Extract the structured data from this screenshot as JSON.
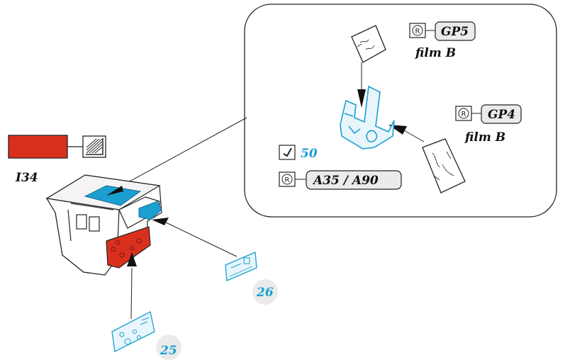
{
  "labels": {
    "material_code": "I34",
    "zoom_top_code": "GP5",
    "zoom_top_text": "film B",
    "zoom_right_code": "GP4",
    "zoom_right_text": "film B",
    "step_number": "50",
    "zoom_bottom_code": "A35 / A90",
    "part_26": "26",
    "part_25": "25"
  },
  "icons": {
    "material_swatch": "red-material-swatch",
    "hatch_glyph": "hatched-surface-icon",
    "registered_mark": "registered-R-icon",
    "step_check": "checkmark-step-icon"
  },
  "colors": {
    "material_red": "#d9301e",
    "part_blue": "#1a9fd0",
    "badge_fill": "#ebebeb",
    "outline": "#111111"
  }
}
